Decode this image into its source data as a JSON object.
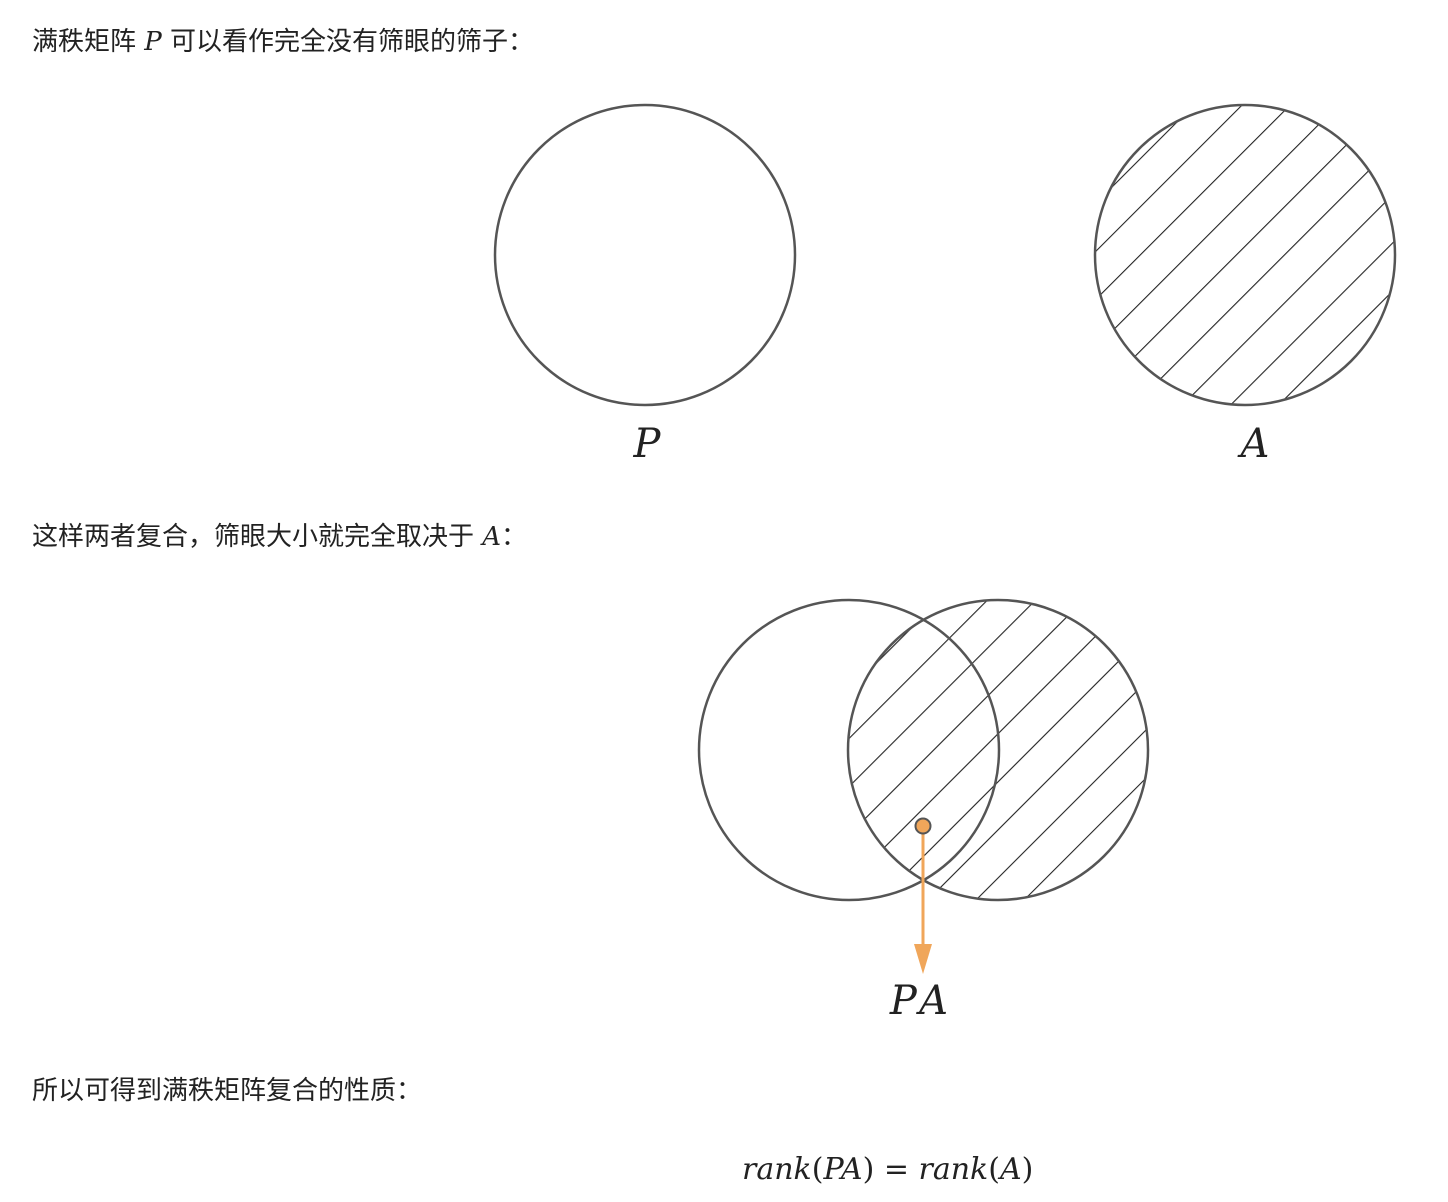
{
  "paragraphs": {
    "p1": {
      "before": "满秩矩阵 ",
      "math": "P",
      "after": " 可以看作完全没有筛眼的筛子："
    },
    "p2": {
      "before": "这样两者复合，筛眼大小就完全取决于 ",
      "math": "A",
      "after": "："
    },
    "p3": {
      "text": "所以可得到满秩矩阵复合的性质："
    }
  },
  "figure1": {
    "label_p": "P",
    "label_a": "A"
  },
  "figure2": {
    "label_pa": "PA",
    "arrow_color": "#f0a65a"
  },
  "formula": {
    "lhs_fn": "rank",
    "lhs_open": "(",
    "lhs_arg": "PA",
    "lhs_close": ")",
    "eq": " = ",
    "rhs_fn": "rank",
    "rhs_open": "(",
    "rhs_arg": "A",
    "rhs_close": ")"
  }
}
